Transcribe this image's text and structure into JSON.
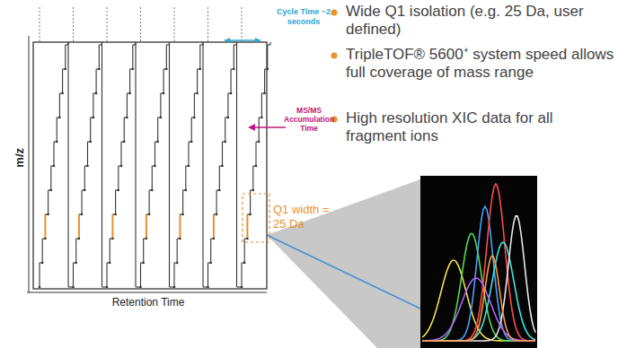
{
  "diagram": {
    "labels": [
      "m/z",
      "Retention Time",
      "Cycle Time ~2 seconds",
      "MS/MS Accumulation Time",
      "Q1 width = 25 Da",
      "Wide Q1 isolation (e.g. 25 Da, user defined)",
      "TripleTOF® 5600⁺ system speed allows full coverage of mass range",
      "High resolution XIC data for all fragment ions"
    ]
  }
}
